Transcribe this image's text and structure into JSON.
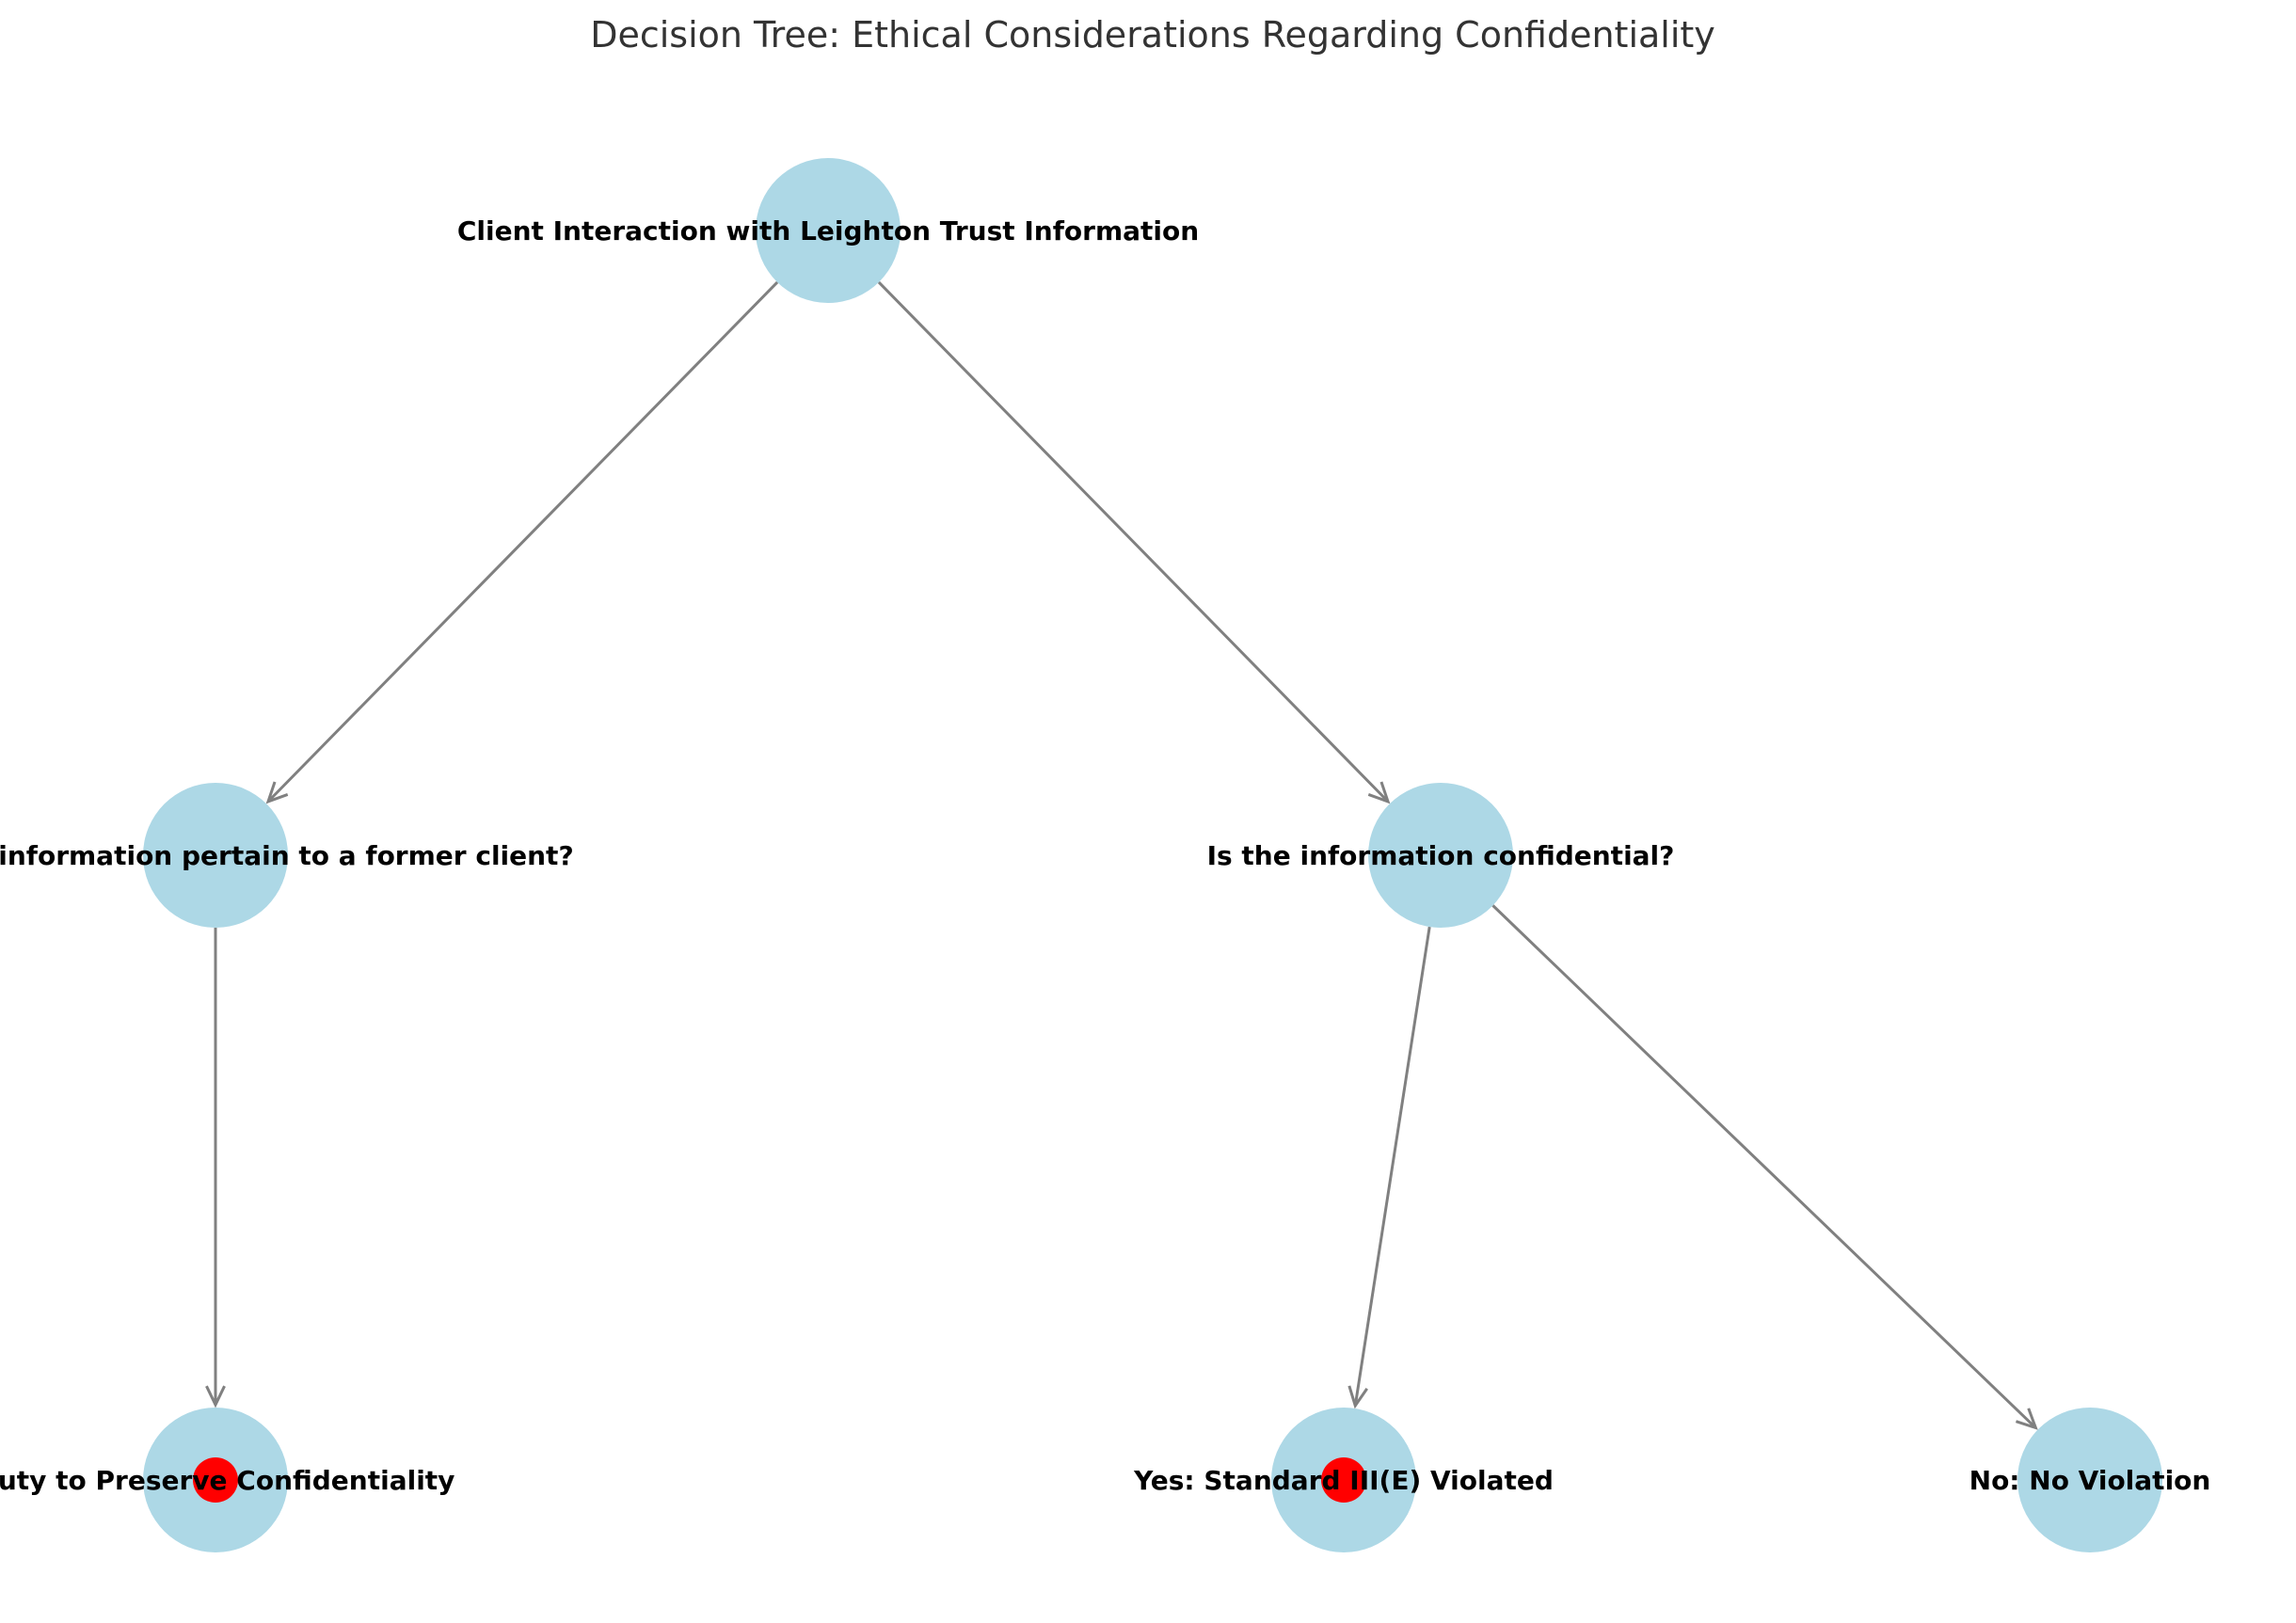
{
  "title": "Decision Tree: Ethical Considerations Regarding Confidentiality",
  "colors": {
    "node_fill": "#add8e6",
    "marker_fill": "#ff0000",
    "edge": "#808080",
    "title": "#333333",
    "label": "#000000"
  },
  "nodes": [
    {
      "id": "root",
      "label": "Client Interaction with Leighton Trust Information",
      "highlight": false
    },
    {
      "id": "former",
      "label": "Does the information pertain to a former client?",
      "highlight": false
    },
    {
      "id": "confidential",
      "label": "Is the information confidential?",
      "highlight": false
    },
    {
      "id": "duty",
      "label": "Duty to Preserve Confidentiality",
      "highlight": true
    },
    {
      "id": "yes",
      "label": "Yes: Standard III(E) Violated",
      "highlight": true
    },
    {
      "id": "no",
      "label": "No: No Violation",
      "highlight": false
    }
  ],
  "edges": [
    {
      "from": "root",
      "to": "former"
    },
    {
      "from": "root",
      "to": "confidential"
    },
    {
      "from": "former",
      "to": "duty"
    },
    {
      "from": "confidential",
      "to": "yes"
    },
    {
      "from": "confidential",
      "to": "no"
    }
  ]
}
